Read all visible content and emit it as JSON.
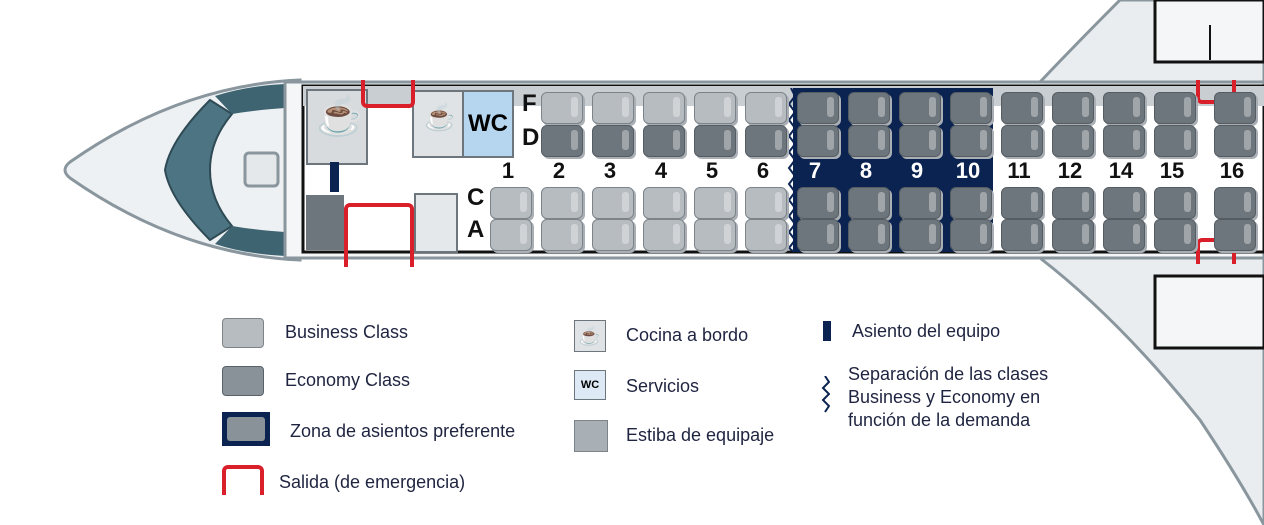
{
  "seat_map": {
    "letters": [
      "F",
      "D",
      "C",
      "A"
    ],
    "rows": [
      {
        "label": "1",
        "class": "business",
        "upper": false
      },
      {
        "label": "2",
        "class": "business",
        "upper": true
      },
      {
        "label": "3",
        "class": "business",
        "upper": true
      },
      {
        "label": "4",
        "class": "business",
        "upper": true
      },
      {
        "label": "5",
        "class": "business",
        "upper": true
      },
      {
        "label": "6",
        "class": "business",
        "upper": true
      },
      {
        "label": "7",
        "class": "preferred",
        "upper": true
      },
      {
        "label": "8",
        "class": "preferred",
        "upper": true
      },
      {
        "label": "9",
        "class": "preferred",
        "upper": true
      },
      {
        "label": "10",
        "class": "preferred",
        "upper": true
      },
      {
        "label": "11",
        "class": "economy",
        "upper": true
      },
      {
        "label": "12",
        "class": "economy",
        "upper": true
      },
      {
        "label": "14",
        "class": "economy",
        "upper": true
      },
      {
        "label": "15",
        "class": "economy",
        "upper": true
      },
      {
        "label": "16",
        "class": "economy",
        "upper": true
      }
    ],
    "wc_label": "WC"
  },
  "legend": {
    "business": "Business Class",
    "economy": "Economy Class",
    "preferred": "Zona de asientos preferente",
    "exit": "Salida (de emergencia)",
    "galley": "Cocina a bordo",
    "services": "Servicios",
    "services_icon": "WC",
    "stowage": "Estiba de equipaje",
    "crew_seat": "Asiento del equipo",
    "separation_lines": [
      "Separación de las clases",
      "Business y Economy en",
      "función de la demanda"
    ]
  },
  "colors": {
    "preferred": "#0b2350",
    "exit": "#d9202a",
    "wc": "#b5d6ee",
    "navy": "#0b2350"
  }
}
